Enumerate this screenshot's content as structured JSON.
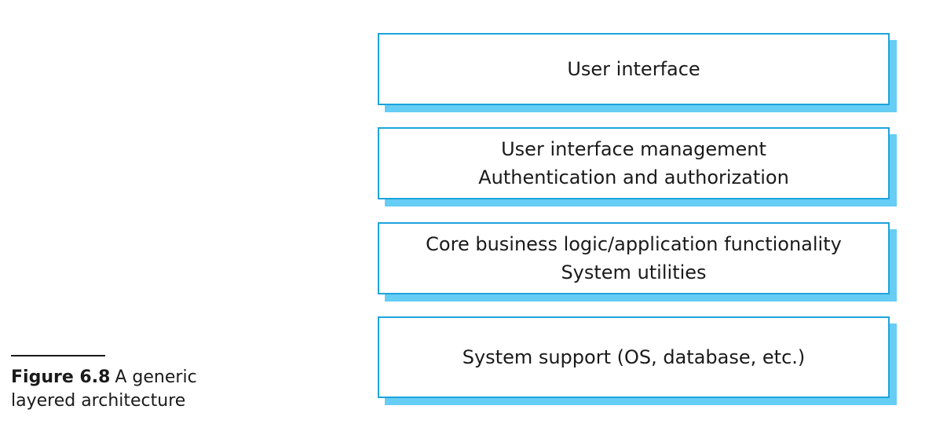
{
  "figure": {
    "label": "Figure 6.8",
    "caption": "A generic layered architecture"
  },
  "layers": [
    {
      "lines": [
        "User interface"
      ]
    },
    {
      "lines": [
        "User interface management",
        "Authentication and authorization"
      ]
    },
    {
      "lines": [
        "Core business logic/application functionality",
        "System utilities"
      ]
    },
    {
      "lines": [
        "System support (OS, database, etc.)"
      ]
    }
  ],
  "colors": {
    "box_border": "#1ea3db",
    "box_shadow": "#66cdf5",
    "text": "#1a1a1a"
  }
}
